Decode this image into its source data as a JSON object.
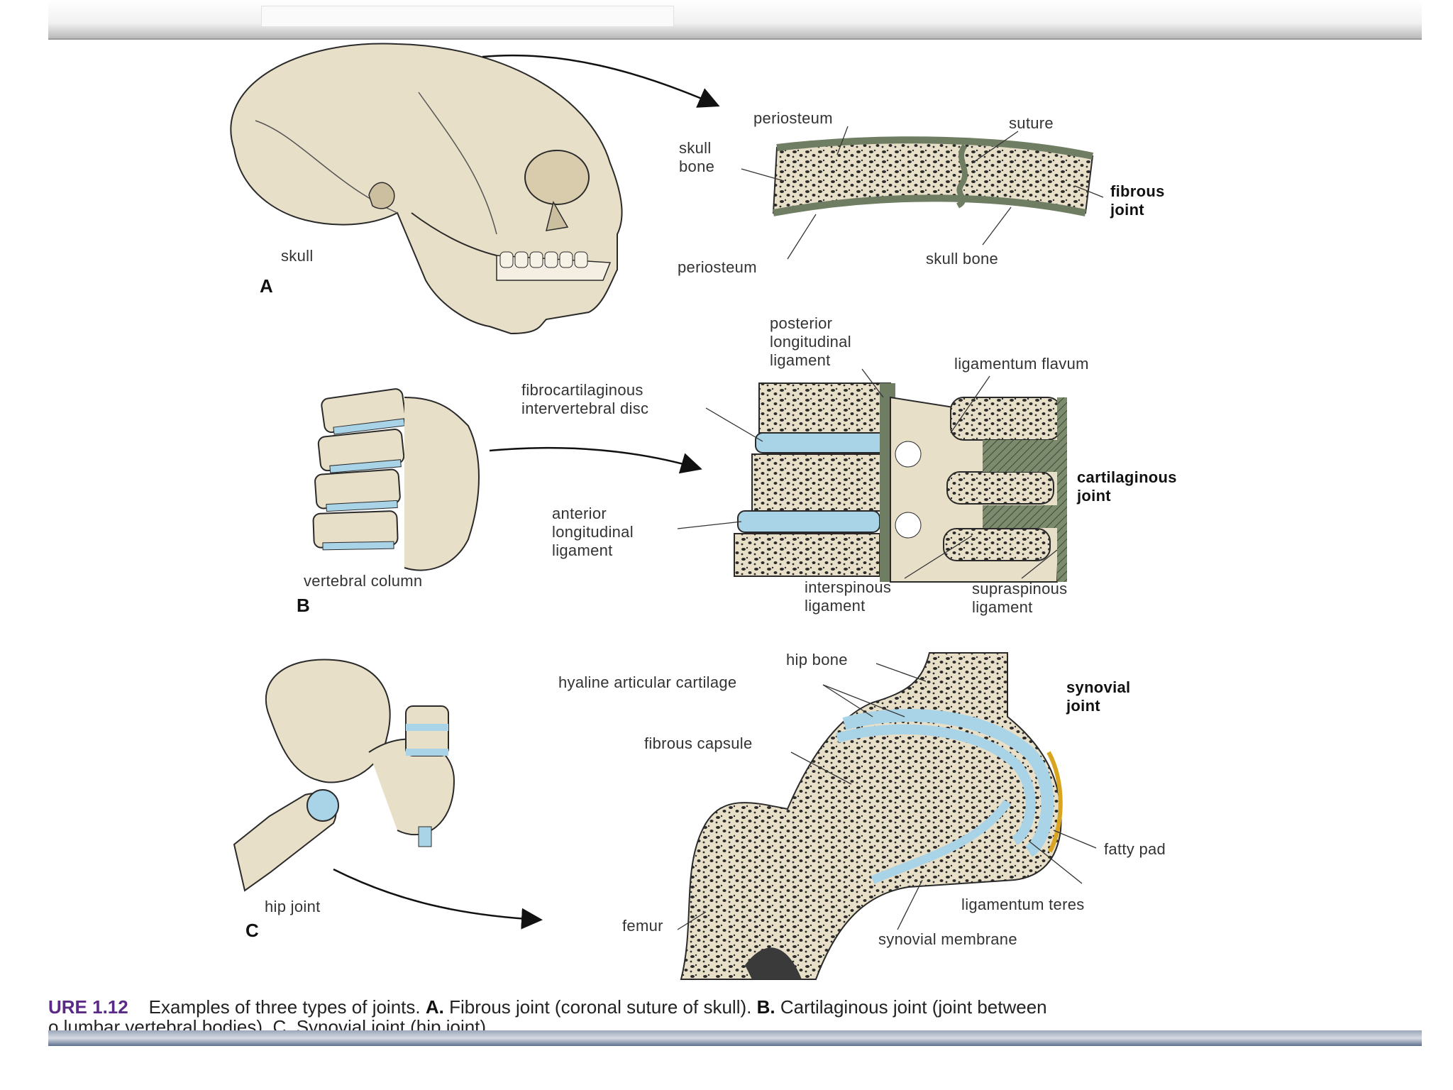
{
  "panels": {
    "a": {
      "letter": "A",
      "left_labels": {
        "skull": "skull"
      },
      "detail_labels": {
        "periosteum_top": "periosteum",
        "skull_bone_left": "skull\nbone",
        "suture": "suture",
        "joint_type": "fibrous\njoint",
        "periosteum_bottom": "periosteum",
        "skull_bone_right": "skull bone"
      }
    },
    "b": {
      "letter": "B",
      "left_labels": {
        "vertebral_column": "vertebral column"
      },
      "detail_labels": {
        "posterior_ligament": "posterior\nlongitudinal\nligament",
        "ligamentum_flavum": "ligamentum flavum",
        "disc": "fibrocartilaginous\nintervertebral disc",
        "joint_type": "cartilaginous\njoint",
        "anterior_ligament": "anterior\nlongitudinal\nligament",
        "interspinous": "interspinous\nligament",
        "supraspinous": "supraspinous\nligament"
      }
    },
    "c": {
      "letter": "C",
      "left_labels": {
        "hip_joint": "hip joint"
      },
      "detail_labels": {
        "hip_bone": "hip bone",
        "hyaline": "hyaline articular cartilage",
        "joint_type": "synovial\njoint",
        "fibrous_capsule": "fibrous capsule",
        "fatty_pad": "fatty pad",
        "ligamentum_teres": "ligamentum teres",
        "femur": "femur",
        "synovial_membrane": "synovial membrane"
      }
    }
  },
  "caption": {
    "number": "URE 1.12",
    "line1_text": "Examples of three types of joints.",
    "a_letter": "A.",
    "a_text": "Fibrous joint (coronal suture of skull).",
    "b_letter": "B.",
    "b_text": "Cartilaginous joint (joint between",
    "line2": "o lumbar vertebral bodies). C. Synovial joint (hip joint)."
  },
  "colors": {
    "bone": "#e8dfc8",
    "cartilage": "#a9d4e8",
    "ligament": "#6f7d63",
    "fat": "#d9a520",
    "ink": "#2a2a2a"
  }
}
